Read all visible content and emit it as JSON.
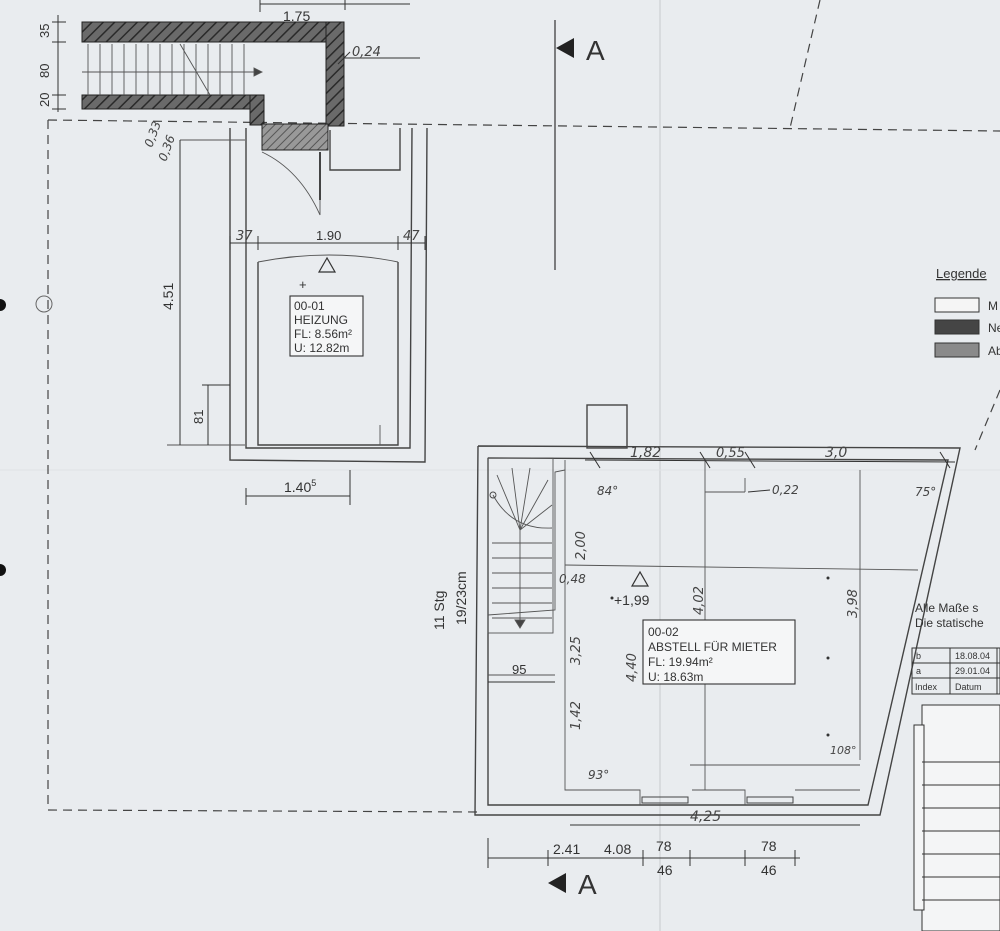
{
  "section_marker": {
    "letter": "A"
  },
  "legend": {
    "title": "Legende",
    "items": [
      {
        "label": "M",
        "color": "#f5f5f5"
      },
      {
        "label": "Ne",
        "color": "#454545"
      },
      {
        "label": "Ab",
        "color": "#8a8a8a"
      }
    ]
  },
  "notes": {
    "line1": "Alle Maße s",
    "line2": "Die statische"
  },
  "revisions": {
    "rows": [
      {
        "index": "b",
        "date": "18.08.04"
      },
      {
        "index": "a",
        "date": "29.01.04"
      }
    ],
    "header": {
      "index": "Index",
      "date": "Datum"
    }
  },
  "rooms": [
    {
      "number": "00-01",
      "name": "HEIZUNG",
      "area": "FL: 8.56m²",
      "perimeter": "U: 12.82m"
    },
    {
      "number": "00-02",
      "name": "ABSTELL FÜR MIETER",
      "area": "FL: 19.94m²",
      "perimeter": "U: 18.63m"
    }
  ],
  "stairs": {
    "label1": "11 Stg",
    "label2": "19/23cm"
  },
  "level_mark": "+1,99",
  "dimensions": {
    "top_1_75": "1.75",
    "v_35": "35",
    "v_80": "80",
    "v_20": "20",
    "wall_024": "0,24",
    "d_033": "0,33",
    "d_036": "0,36",
    "h_37": "37",
    "h_190": "1.90",
    "h_47": "47",
    "v_451": "4.51",
    "v_81": "81",
    "h_140": "1.40",
    "h_140_sup": "5",
    "h_182": "1,82",
    "h_055": "0,55",
    "h_30": "3,0",
    "a_84": "84°",
    "a_75": "75°",
    "d_022": "0,22",
    "v_200": "2,00",
    "d_048": "0,48",
    "v_402": "4,02",
    "v_398": "3,98",
    "v_440": "4,40",
    "v_325": "3,25",
    "h_95": "95",
    "v_142": "1,42",
    "a_93": "93°",
    "a_108": "108°",
    "h_425": "4,25",
    "b_241": "2.41",
    "b_408": "4.08",
    "b_78a": "78",
    "b_46a": "46",
    "b_78b": "78",
    "b_46b": "46"
  }
}
